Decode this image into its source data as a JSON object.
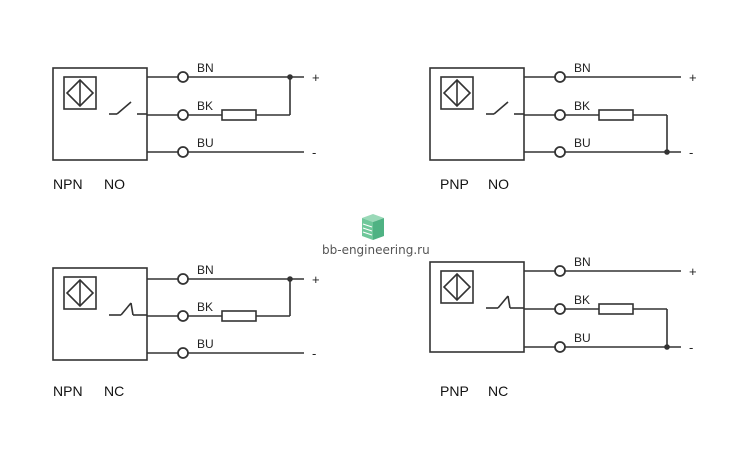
{
  "colors": {
    "line": "#333333",
    "text": "#111111",
    "watermark_green": "#6fc79a"
  },
  "watermark": {
    "text": "bb-engineering.ru"
  },
  "diagrams": [
    {
      "id": "npn-no",
      "type": "NPN",
      "contact": "NO",
      "wires": [
        {
          "label": "BN",
          "sign": "+"
        },
        {
          "label": "BK",
          "sign": ""
        },
        {
          "label": "BU",
          "sign": "-"
        }
      ]
    },
    {
      "id": "pnp-no",
      "type": "PNP",
      "contact": "NO",
      "wires": [
        {
          "label": "BN",
          "sign": "+"
        },
        {
          "label": "BK",
          "sign": ""
        },
        {
          "label": "BU",
          "sign": "-"
        }
      ]
    },
    {
      "id": "npn-nc",
      "type": "NPN",
      "contact": "NC",
      "wires": [
        {
          "label": "BN",
          "sign": "+"
        },
        {
          "label": "BK",
          "sign": ""
        },
        {
          "label": "BU",
          "sign": "-"
        }
      ]
    },
    {
      "id": "pnp-nc",
      "type": "PNP",
      "contact": "NC",
      "wires": [
        {
          "label": "BN",
          "sign": "+"
        },
        {
          "label": "BK",
          "sign": ""
        },
        {
          "label": "BU",
          "sign": "-"
        }
      ]
    }
  ]
}
